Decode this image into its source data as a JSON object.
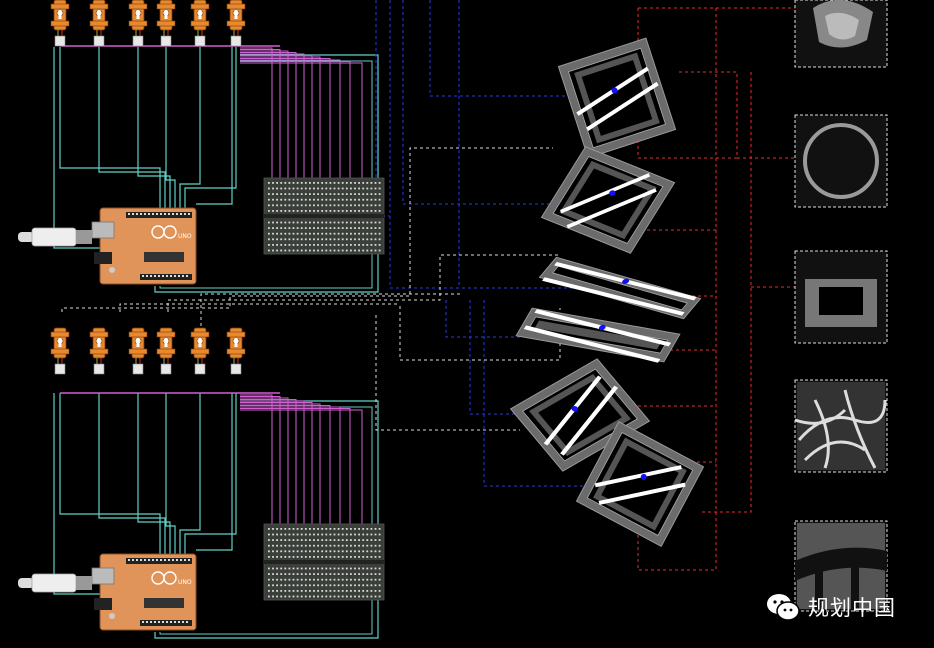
{
  "watermark": {
    "text": "规划中国",
    "icon": "wechat-icon"
  },
  "boards": [
    {
      "label": "UNO"
    },
    {
      "label": "UNO"
    }
  ],
  "colors": {
    "background": "#000000",
    "servo": "#e8892e",
    "arduino": "#e0945a",
    "breadboard": "#3a3f3a",
    "signal_cyan": "#5fd2c8",
    "signal_magenta": "#d25fd2",
    "signal_blue": "#2a3cd8",
    "signal_red": "#e03030",
    "signal_white": "#dddddd",
    "frame_grey": "#7a7a7a",
    "slit_white": "#ffffff",
    "marker_blue": "#1010ff"
  },
  "icons": {
    "servo": "servo-motor-icon",
    "arduino": "arduino-board-icon",
    "breadboard": "breadboard-icon",
    "usb": "usb-plug-icon"
  }
}
